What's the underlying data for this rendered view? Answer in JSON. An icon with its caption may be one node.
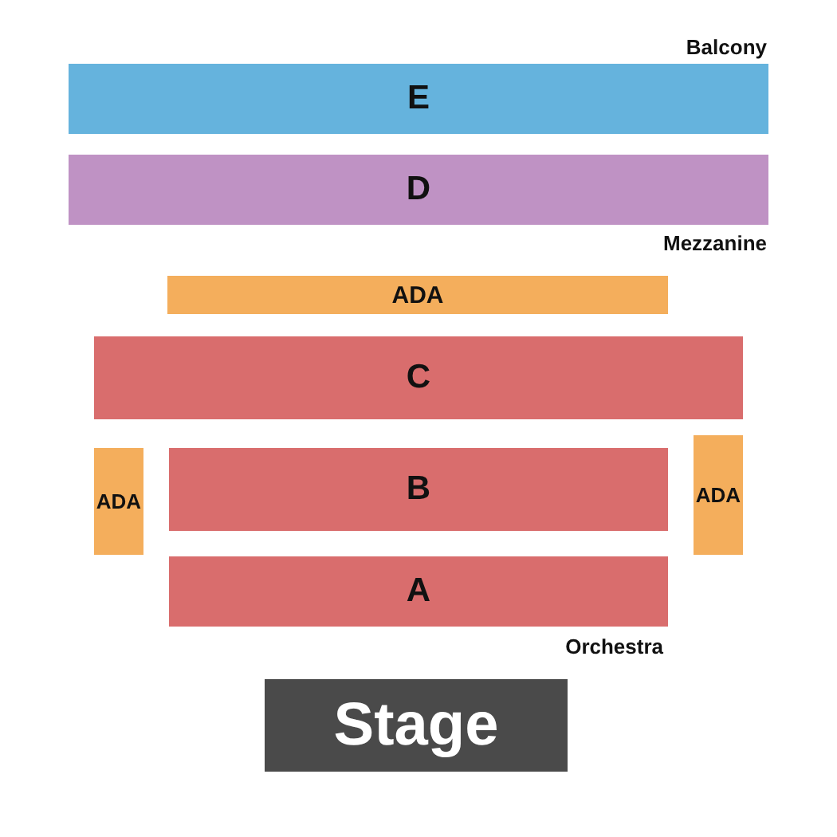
{
  "diagram": {
    "nodes": [
      {
        "text": [
          "E"
        ]
      },
      {
        "text": [
          "D"
        ]
      },
      {
        "text": [
          "ADA"
        ]
      },
      {
        "text": [
          "C"
        ]
      },
      {
        "text": [
          "ADA"
        ]
      },
      {
        "text": [
          "B"
        ]
      },
      {
        "text": [
          "ADA"
        ]
      },
      {
        "text": [
          "A"
        ]
      },
      {
        "text": [
          "Stage"
        ]
      }
    ],
    "labels": [
      "Balcony",
      "Mezzanine",
      "Orchestra"
    ]
  }
}
